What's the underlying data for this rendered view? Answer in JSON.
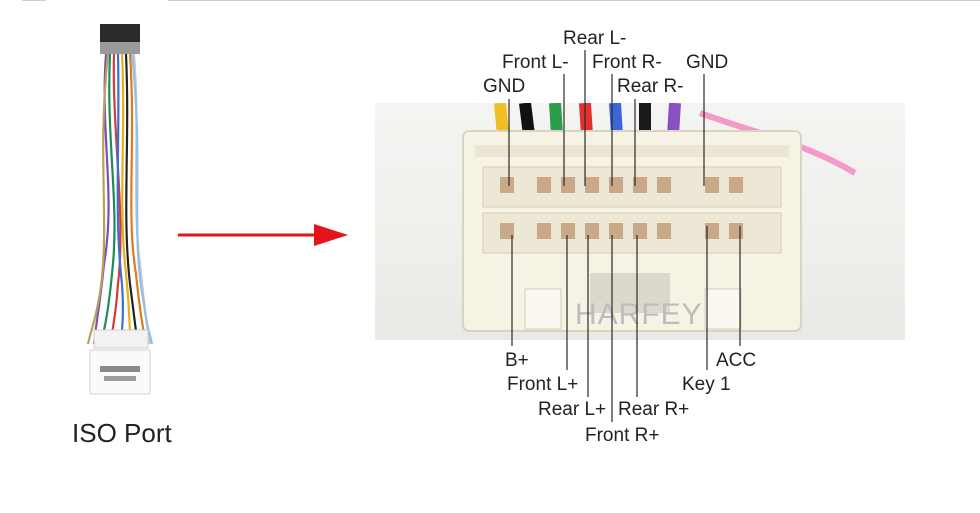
{
  "left_panel": {
    "port_label": "ISO Port"
  },
  "connector": {
    "watermark": "HARFEY",
    "top_pins": {
      "rear_l_minus": "Rear L-",
      "front_l_minus": "Front L-",
      "front_r_minus": "Front R-",
      "gnd_right": "GND",
      "gnd_left": "GND",
      "rear_r_minus": "Rear R-"
    },
    "bottom_pins": {
      "b_plus": "B+",
      "acc": "ACC",
      "front_l_plus": "Front L+",
      "key_1": "Key 1",
      "rear_l_plus": "Rear L+",
      "rear_r_plus": "Rear R+",
      "front_r_plus": "Front R+"
    }
  },
  "colors": {
    "arrow": "#e4141b",
    "label_text": "#222222",
    "callout_line": "#2a2a2a"
  }
}
